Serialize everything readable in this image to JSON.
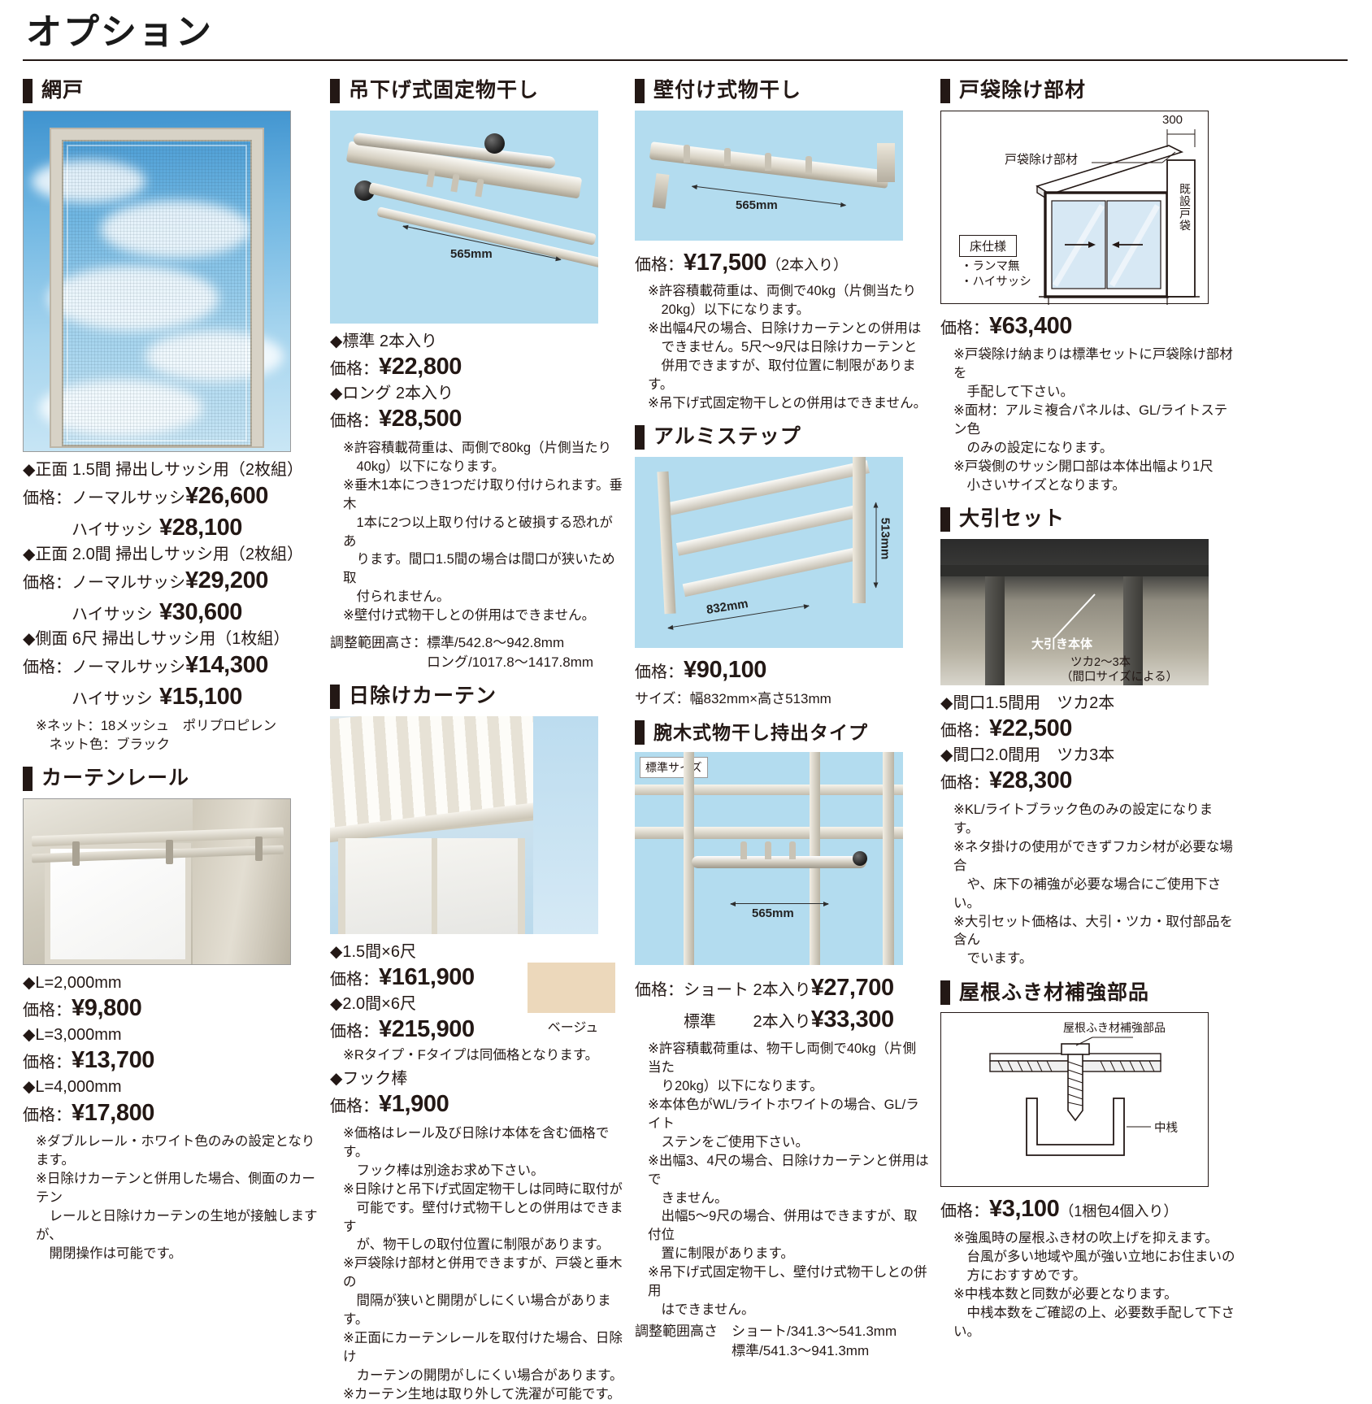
{
  "page": {
    "title": "オプション"
  },
  "colors": {
    "beige_swatch": "#ecd8bb",
    "heading_bar": "#231815",
    "sky": "#a5d4ee"
  },
  "sections": {
    "amido": {
      "title": "網戸",
      "items": [
        {
          "head": "◆正面 1.5間 掃出しサッシ用（2枚組）",
          "rows": [
            {
              "label": "価格：ノーマルサッシ",
              "price": "¥26,600"
            },
            {
              "label": "　　　ハイサッシ",
              "price": "¥28,100"
            }
          ]
        },
        {
          "head": "◆正面 2.0間 掃出しサッシ用（2枚組）",
          "rows": [
            {
              "label": "価格：ノーマルサッシ",
              "price": "¥29,200"
            },
            {
              "label": "　　　ハイサッシ",
              "price": "¥30,600"
            }
          ]
        },
        {
          "head": "◆側面 6尺 掃出しサッシ用（1枚組）",
          "rows": [
            {
              "label": "価格：ノーマルサッシ",
              "price": "¥14,300"
            },
            {
              "label": "　　　ハイサッシ",
              "price": "¥15,100"
            }
          ]
        }
      ],
      "notes": [
        "※ネット：18メッシュ　ポリプロピレン",
        "　ネット色：ブラック"
      ]
    },
    "curtain_rail": {
      "title": "カーテンレール",
      "items": [
        {
          "head": "◆L=2,000mm",
          "price_label": "価格：",
          "price": "¥9,800"
        },
        {
          "head": "◆L=3,000mm",
          "price_label": "価格：",
          "price": "¥13,700"
        },
        {
          "head": "◆L=4,000mm",
          "price_label": "価格：",
          "price": "¥17,800"
        }
      ],
      "notes": [
        "※ダブルレール・ホワイト色のみの設定となります。",
        "※日除けカーテンと併用した場合、側面のカーテン",
        "　レールと日除けカーテンの生地が接触しますが、",
        "　開閉操作は可能です。"
      ]
    },
    "hanging_dryer": {
      "title": "吊下げ式固定物干し",
      "dimension_label": "565mm",
      "items": [
        {
          "head": "◆標準 2本入り",
          "price_label": "価格：",
          "price": "¥22,800"
        },
        {
          "head": "◆ロング 2本入り",
          "price_label": "価格：",
          "price": "¥28,500"
        }
      ],
      "notes": [
        "※許容積載荷重は、両側で80kg（片側当たり",
        "　40kg）以下になります。",
        "※垂木1本につき1つだけ取り付けられます。垂木",
        "　1本に2つ以上取り付けると破損する恐れがあ",
        "　ります。間口1.5間の場合は間口が狭いため取",
        "　付られません。",
        "※壁付け式物干しとの併用はできません。"
      ],
      "sizes": [
        "調整範囲高さ：標準/542.8〜942.8mm",
        "　　　　　　　ロング/1017.8〜1417.8mm"
      ]
    },
    "hiyoke_curtain": {
      "title": "日除けカーテン",
      "swatch_label": "ベージュ",
      "items": [
        {
          "head": "◆1.5間×6尺",
          "price_label": "価格：",
          "price": "¥161,900"
        },
        {
          "head": "◆2.0間×6尺",
          "price_label": "価格：",
          "price": "¥215,900"
        }
      ],
      "mid_note": "※Rタイプ・Fタイプは同価格となります。",
      "hook": {
        "head": "◆フック棒",
        "price_label": "価格：",
        "price": "¥1,900"
      },
      "notes": [
        "※価格はレール及び日除け本体を含む価格です。",
        "　フック棒は別途お求め下さい。",
        "※日除けと吊下げ式固定物干しは同時に取付が",
        "　可能です。壁付け式物干しとの併用はできます",
        "　が、物干しの取付位置に制限があります。",
        "※戸袋除け部材と併用できますが、戸袋と垂木の",
        "　間隔が狭いと開閉がしにくい場合があります。",
        "※正面にカーテンレールを取付けた場合、日除け",
        "　カーテンの開閉がしにくい場合があります。",
        "※カーテン生地は取り外して洗濯が可能です。"
      ]
    },
    "wall_dryer": {
      "title": "壁付け式物干し",
      "dimension_label": "565mm",
      "price_label": "価格：",
      "price": "¥17,500",
      "price_suffix": "（2本入り）",
      "notes": [
        "※許容積載荷重は、両側で40kg（片側当たり",
        "　20kg）以下になります。",
        "※出幅4尺の場合、日除けカーテンとの併用は",
        "　できません。5尺〜9尺は日除けカーテンと",
        "　併用できますが、取付位置に制限があります。",
        "※吊下げ式固定物干しとの併用はできません。"
      ]
    },
    "alumi_step": {
      "title": "アルミステップ",
      "dim_width": "832mm",
      "dim_height": "513mm",
      "price_label": "価格：",
      "price": "¥90,100",
      "size_note": "サイズ：幅832mm×高さ513mm"
    },
    "udeki_dryer": {
      "title": "腕木式物干し持出タイプ",
      "photo_tag": "標準サイズ",
      "dimension_label": "565mm",
      "price_rows": [
        {
          "label": "価格：ショート 2本入り",
          "price": "¥27,700"
        },
        {
          "label": "　　　標準　　 2本入り",
          "price": "¥33,300"
        }
      ],
      "notes": [
        "※許容積載荷重は、物干し両側で40kg（片側当た",
        "　り20kg）以下になります。",
        "※本体色がWL/ライトホワイトの場合、GL/ライト",
        "　ステンをご使用下さい。",
        "※出幅3、4尺の場合、日除けカーテンと併用はで",
        "　きません。",
        "　出幅5〜9尺の場合、併用はできますが、取付位",
        "　置に制限があります。",
        "※吊下げ式固定物干し、壁付け式物干しとの併用",
        "　はできません。"
      ],
      "sizes": [
        "調整範囲高さ　ショート/341.3〜541.3mm",
        "　　　　　　　標準/541.3〜941.3mm"
      ]
    },
    "tobukuro": {
      "title": "戸袋除け部材",
      "diagram": {
        "dim_300": "300",
        "label_part": "戸袋除け部材",
        "label_existing": "既設戸袋",
        "box_title": "床仕様",
        "box_lines": [
          "・ランマ無",
          "・ハイサッシ"
        ]
      },
      "price_label": "価格：",
      "price": "¥63,400",
      "notes": [
        "※戸袋除け納まりは標準セットに戸袋除け部材を",
        "　手配して下さい。",
        "※面材：アルミ複合パネルは、GL/ライトステン色",
        "　のみの設定になります。",
        "※戸袋側のサッシ開口部は本体出幅より1尺",
        "　小さいサイズとなります。"
      ]
    },
    "ohiki_set": {
      "title": "大引セット",
      "photo_labels": {
        "main": "大引き本体",
        "tsuka": "ツカ2〜3本",
        "tsuka_sub": "（間口サイズによる）"
      },
      "items": [
        {
          "head": "◆間口1.5間用　ツカ2本",
          "price_label": "価格：",
          "price": "¥22,500"
        },
        {
          "head": "◆間口2.0間用　ツカ3本",
          "price_label": "価格：",
          "price": "¥28,300"
        }
      ],
      "notes": [
        "※KL/ライトブラック色のみの設定になります。",
        "※ネタ掛けの使用ができずフカシ材が必要な場合",
        "　や、床下の補強が必要な場合にご使用下さい。",
        "※大引セット価格は、大引・ツカ・取付部品を含ん",
        "　でいます。"
      ]
    },
    "yane_reinforce": {
      "title": "屋根ふき材補強部品",
      "diagram": {
        "label_part": "屋根ふき材補強部品",
        "label_mid": "中桟"
      },
      "price_label": "価格：",
      "price": "¥3,100",
      "price_suffix": "（1梱包4個入り）",
      "notes": [
        "※強風時の屋根ふき材の吹上げを抑えます。",
        "　台風が多い地域や風が強い立地にお住まいの",
        "　方におすすめです。",
        "※中桟本数と同数が必要となります。",
        "　中桟本数をご確認の上、必要数手配して下さい。"
      ]
    }
  }
}
